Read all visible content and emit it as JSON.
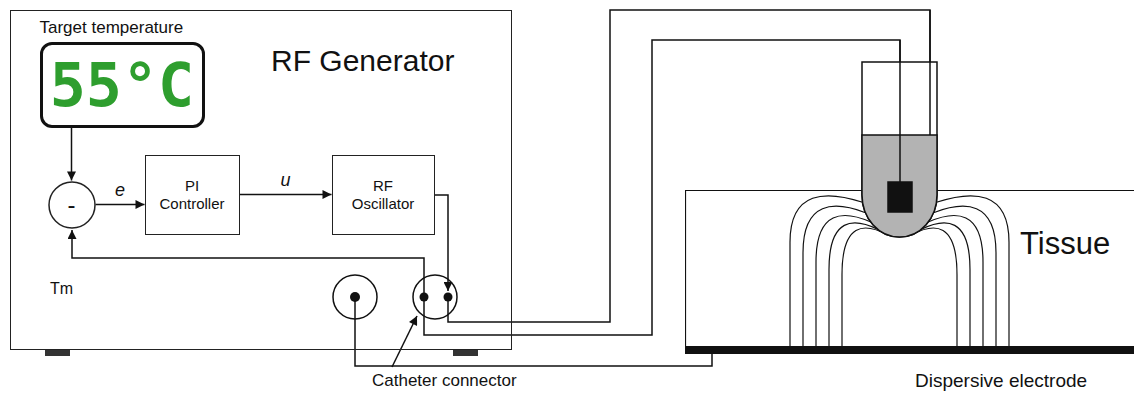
{
  "diagram": {
    "nodes": [
      {
        "text": [
          "RF Generator"
        ]
      },
      {
        "text": [
          "Target temperature",
          "55°C"
        ],
        "in": 0
      },
      {
        "text": [
          "-"
        ],
        "in": 0
      },
      {
        "text": [
          "PI Controller"
        ],
        "in": 0
      },
      {
        "text": [
          "RF Oscillator"
        ],
        "in": 0
      },
      {
        "text": [
          "Tissue"
        ]
      },
      {
        "text": [
          "Dispersive electrode"
        ]
      }
    ],
    "edges": [
      {
        "from": 1,
        "to": 2,
        "arrow": "to"
      },
      {
        "from": 2,
        "to": 3,
        "label": "e",
        "arrow": "to"
      },
      {
        "from": 3,
        "to": 4,
        "label": "u",
        "arrow": "to"
      }
    ],
    "labels": [
      "Tm",
      "Catheter connector"
    ]
  }
}
